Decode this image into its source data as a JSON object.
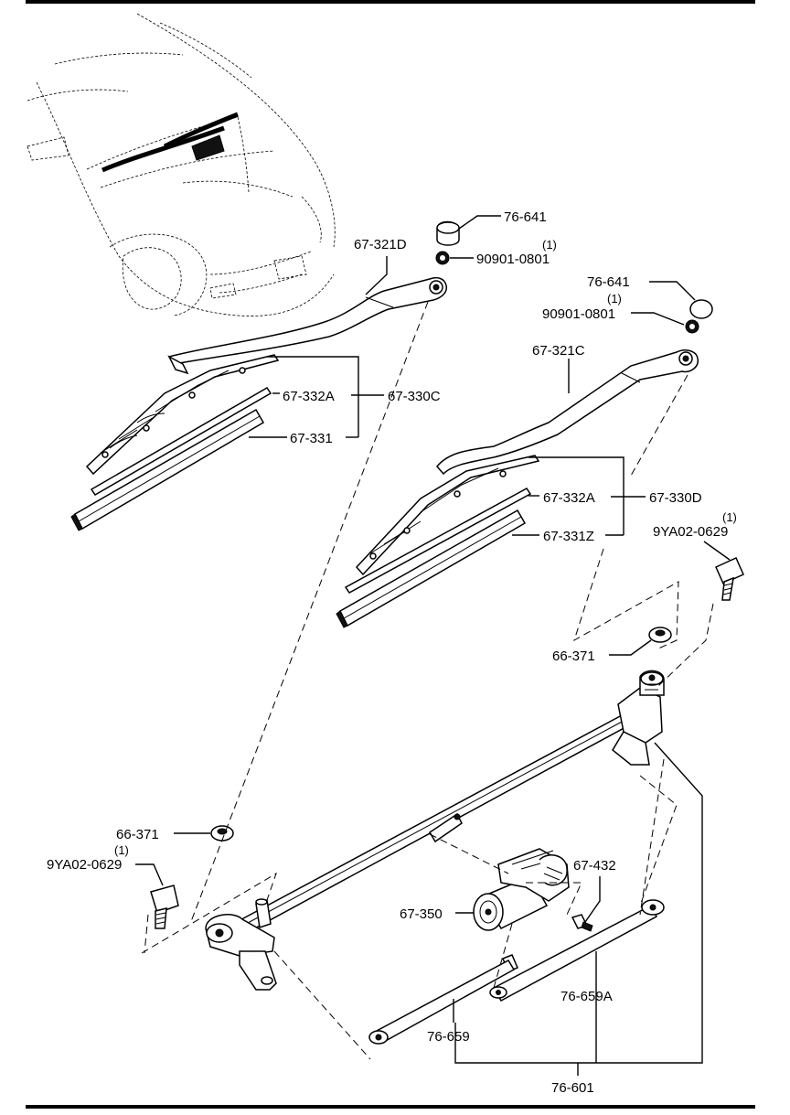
{
  "diagram": {
    "labels": {
      "wiper_cap_left": "76-641",
      "nut_left": "90901-0801",
      "nut_left_qty": "(1)",
      "arm_left": "67-321D",
      "wiper_cap_right": "76-641",
      "nut_right": "90901-0801",
      "nut_right_qty": "(1)",
      "arm_right": "67-321C",
      "blade_assy_left": "67-330C",
      "blade_frame_left": "67-332A",
      "rubber_left": "67-331",
      "blade_assy_right": "67-330D",
      "blade_frame_right": "67-332A",
      "rubber_right": "67-331Z",
      "bolt_right": "9YA02-0629",
      "bolt_right_qty": "(1)",
      "bushing_right": "66-371",
      "bushing_left": "66-371",
      "bolt_left": "9YA02-0629",
      "bolt_left_qty": "(1)",
      "motor": "67-350",
      "motor_screw": "67-432",
      "link_rod_a": "76-659A",
      "link_rod": "76-659",
      "linkage_assy": "76-601"
    }
  }
}
